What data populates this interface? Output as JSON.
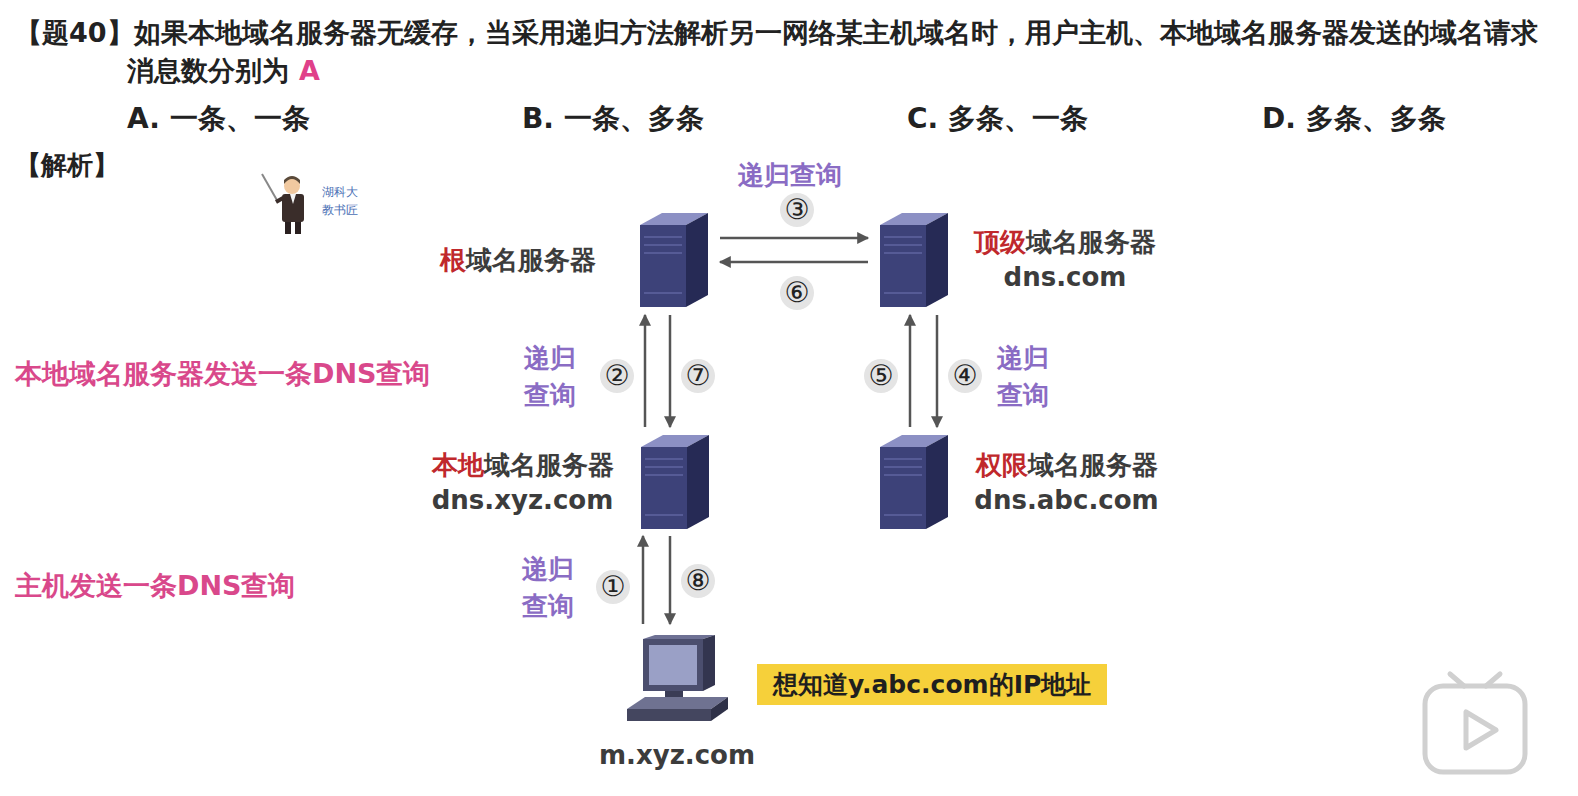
{
  "diagram": {
    "nodes": [
      {
        "text": [
          "根域名服务器"
        ]
      },
      {
        "text": [
          "顶级域名服务器",
          "dns.com"
        ]
      },
      {
        "text": [
          "本地域名服务器",
          "dns.xyz.com"
        ]
      },
      {
        "text": [
          "权限域名服务器",
          "dns.abc.com"
        ]
      },
      {
        "text": [
          "m.xyz.com"
        ]
      },
      {
        "text": [
          "想知道y.abc.com的IP地址"
        ]
      }
    ],
    "edges": [
      {
        "from": 4,
        "to": 2,
        "arrow": "to",
        "label": "①"
      },
      {
        "from": 2,
        "to": 0,
        "arrow": "to",
        "label": "②"
      },
      {
        "from": 0,
        "to": 1,
        "arrow": "to",
        "label": "③"
      },
      {
        "from": 1,
        "to": 3,
        "arrow": "to",
        "label": "④"
      },
      {
        "from": 3,
        "to": 1,
        "arrow": "to",
        "label": "⑤"
      },
      {
        "from": 1,
        "to": 0,
        "arrow": "to",
        "label": "⑥"
      },
      {
        "from": 0,
        "to": 2,
        "arrow": "to",
        "label": "⑦"
      },
      {
        "from": 2,
        "to": 4,
        "arrow": "to",
        "label": "⑧"
      }
    ],
    "labels": [
      "【题40】如果本地域名服务器无缓存，当采用递归方法解析另一网络某主机域名时，用户主机、本地域名服务器发送的域名请求消息数分别为",
      "A",
      "A. 一条、一条",
      "B. 一条、多条",
      "C. 多条、一条",
      "D. 多条、多条",
      "【解析】",
      "湖科大",
      "教书匠",
      "递归查询",
      "本地域名服务器发送一条DNS查询",
      "递归查询",
      "递归查询",
      "主机发送一条DNS查询",
      "递归查询"
    ]
  }
}
